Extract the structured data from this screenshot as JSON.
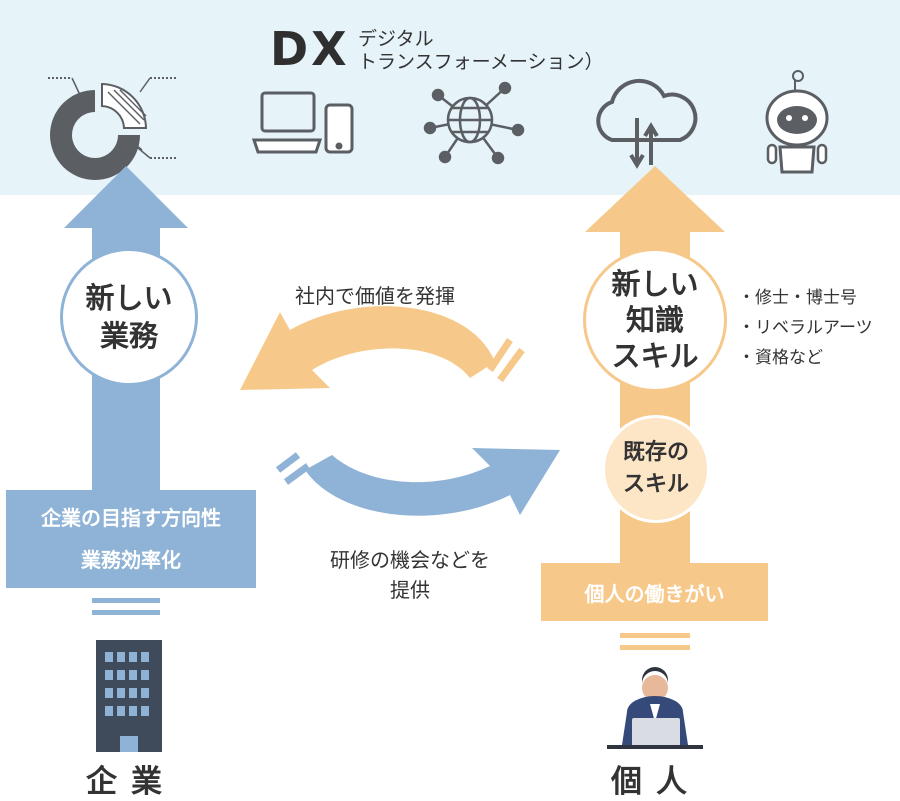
{
  "header": {
    "title": "DX",
    "subtitle_line1": "デジタル",
    "subtitle_line2": "トランスフォーメーション）"
  },
  "icons": [
    "donut-chart-icon",
    "laptop-phone-icon",
    "network-globe-icon",
    "cloud-sync-icon",
    "robot-icon"
  ],
  "left": {
    "circle_line1": "新しい",
    "circle_line2": "業務",
    "box_line1": "企業の目指す方向性",
    "box_line2": "業務効率化",
    "label": "企業"
  },
  "right": {
    "circle_line1": "新しい",
    "circle_line2": "知識",
    "circle_line3": "スキル",
    "small_line1": "既存の",
    "small_line2": "スキル",
    "box_text": "個人の働きがい",
    "label": "個人",
    "skills": [
      "・修士・博士号",
      "・リベラルアーツ",
      "・資格など"
    ]
  },
  "middle": {
    "top_label": "社内で価値を発揮",
    "bottom_line1": "研修の機会などを",
    "bottom_line2": "提供"
  },
  "colors": {
    "band": "#e6f3f8",
    "blue": "#8fb3d6",
    "orange": "#f6c98b",
    "light_orange": "#fde6c6",
    "icon": "#5b5f64"
  }
}
